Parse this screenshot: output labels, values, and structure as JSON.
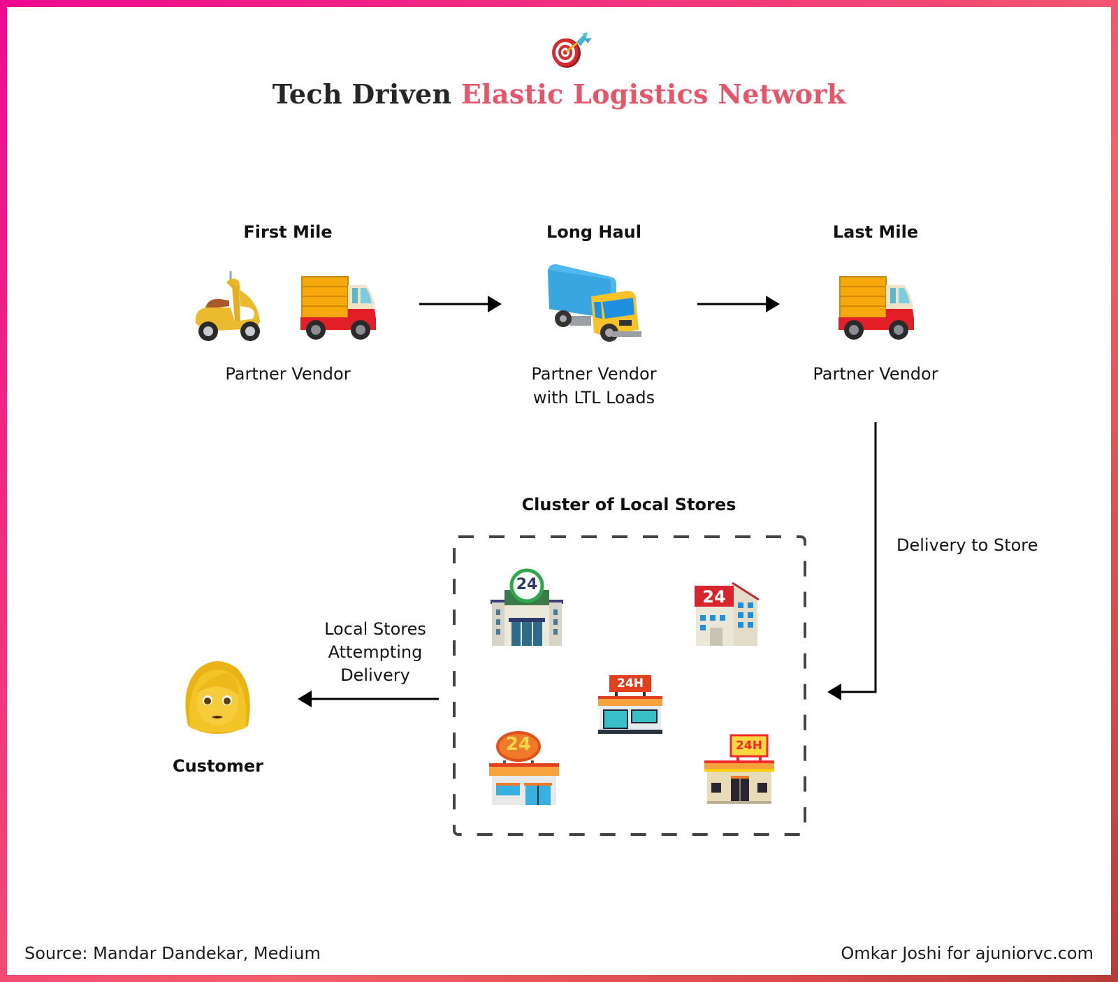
{
  "header": {
    "icon": "direct-hit-target-icon",
    "title_part1": "Tech Driven",
    "title_part2": "Elastic Logistics Network",
    "accent_color": "#e6566a"
  },
  "stages": [
    {
      "title": "First Mile",
      "icons": [
        "scooter-icon",
        "delivery-truck-icon"
      ],
      "caption_line1": "Partner Vendor",
      "caption_line2": ""
    },
    {
      "title": "Long Haul",
      "icons": [
        "lorry-icon"
      ],
      "caption_line1": "Partner Vendor",
      "caption_line2": "with LTL Loads"
    },
    {
      "title": "Last Mile",
      "icons": [
        "delivery-truck-icon"
      ],
      "caption_line1": "Partner Vendor",
      "caption_line2": ""
    }
  ],
  "flows": {
    "delivery_to_store": "Delivery to Store",
    "local_delivery_line1": "Local Stores",
    "local_delivery_line2": "Attempting",
    "local_delivery_line3": "Delivery"
  },
  "cluster": {
    "title": "Cluster of Local Stores",
    "stores": [
      {
        "icon": "department-store-icon",
        "sign": "24"
      },
      {
        "icon": "office-building-icon",
        "sign": "24"
      },
      {
        "icon": "convenience-store-icon",
        "sign": "24H"
      },
      {
        "icon": "convenience-store-icon",
        "sign": "24"
      },
      {
        "icon": "convenience-store-icon",
        "sign": "24H"
      }
    ]
  },
  "customer": {
    "icon": "woman-icon",
    "label": "Customer"
  },
  "footer": {
    "source": "Source: Mandar Dandekar, Medium",
    "credit": "Omkar Joshi for ajuniorvc.com"
  },
  "colors": {
    "frame_start": "#ee0990",
    "frame_end": "#b83c38",
    "arrow": "#000000",
    "dash": "#444444"
  }
}
